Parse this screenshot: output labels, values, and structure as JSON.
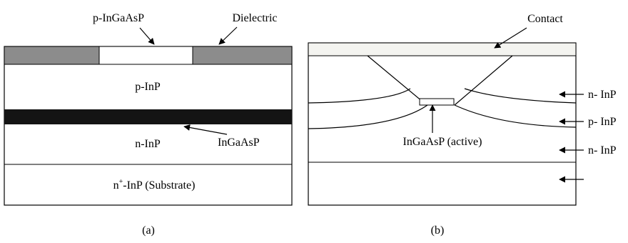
{
  "panel_a": {
    "caption": "(a)",
    "labels": {
      "contact_window": "p-InGaAsP",
      "dielectric": "Dielectric",
      "cladding_top": "p-InP",
      "active_layer": "InGaAsP",
      "cladding_bottom": "n-InP",
      "substrate_prefix": "n",
      "substrate_sup": "+",
      "substrate_suffix": "-InP (Substrate)"
    },
    "colors": {
      "dielectric": "#8c8c8c",
      "active": "#141414",
      "outline": "#000000"
    }
  },
  "panel_b": {
    "caption": "(b)",
    "labels": {
      "contact": "Contact",
      "active": "InGaAsP (active)",
      "layer_top": "n- InP",
      "layer_middle": "p- InP",
      "layer_bottom": "n- InP"
    },
    "colors": {
      "contact": "#f4f4f0",
      "outline": "#000000"
    }
  }
}
